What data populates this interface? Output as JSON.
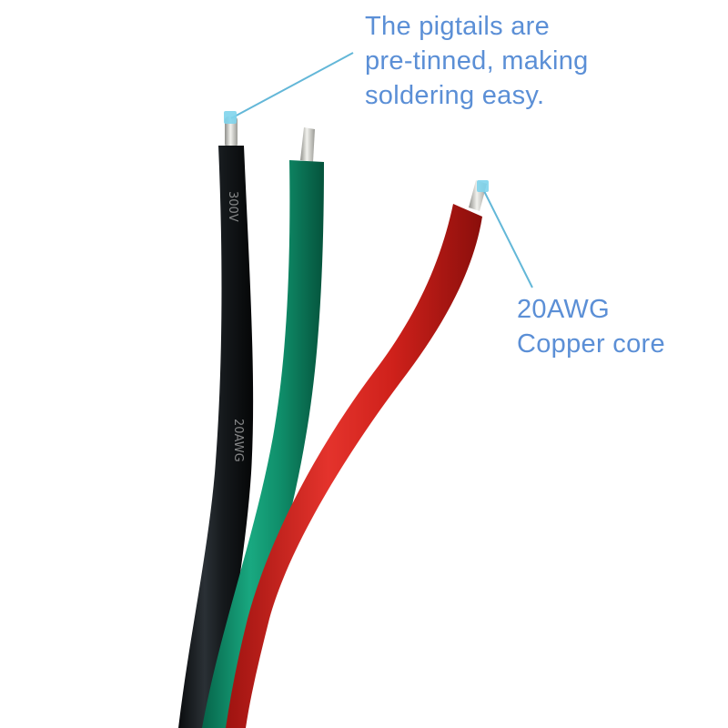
{
  "callouts": {
    "tinned": {
      "lines": [
        "The pigtails are",
        "pre-tinned, making",
        "soldering easy."
      ]
    },
    "core": {
      "lines": [
        "20AWG",
        "Copper core"
      ]
    }
  },
  "colors": {
    "label_text": "#5b8fd6",
    "leader_line": "#63b7d8",
    "marker": "#7fd4ec",
    "wire_black": "#111518",
    "wire_green": "#0e8a68",
    "wire_red": "#d4231e",
    "copper_tip": "#c9c9c4"
  }
}
